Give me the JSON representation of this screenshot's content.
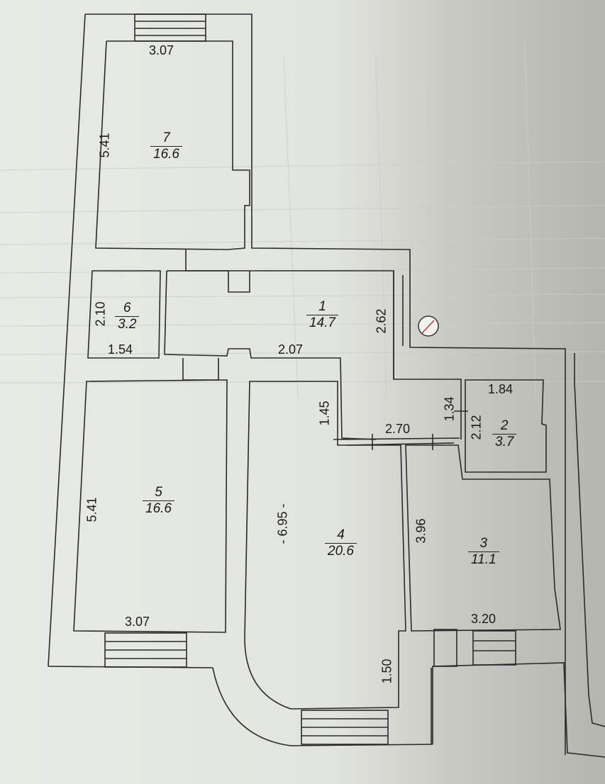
{
  "rooms": [
    {
      "id": "7",
      "number": "7",
      "area": "16.6"
    },
    {
      "id": "6",
      "number": "6",
      "area": "3.2"
    },
    {
      "id": "1",
      "number": "1",
      "area": "14.7"
    },
    {
      "id": "5",
      "number": "5",
      "area": "16.6"
    },
    {
      "id": "4",
      "number": "4",
      "area": "20.6"
    },
    {
      "id": "2",
      "number": "2",
      "area": "3.7"
    },
    {
      "id": "3",
      "number": "3",
      "area": "11.1"
    }
  ],
  "dimensions": {
    "room7_width": "3.07",
    "room7_length": "5.41",
    "room6_length": "2.10",
    "room6_width": "1.54",
    "hall_width": "2.07",
    "hall_depth": "2.62",
    "passage_length": "1.45",
    "passage_width": "2.70",
    "room2_width": "1.84",
    "room2_small": "1.34",
    "room2_length": "2.12",
    "room5_length": "5.41",
    "room5_width": "3.07",
    "room4_length": "- 6.95 -",
    "room4_bottom": "1.50",
    "room3_length": "3.96",
    "room3_width": "3.20"
  },
  "colors": {
    "paper": "#e6e8e3",
    "paper_shadow": "#b9bab4",
    "line": "#2a2a2a",
    "grid": "#c9d3cf"
  }
}
